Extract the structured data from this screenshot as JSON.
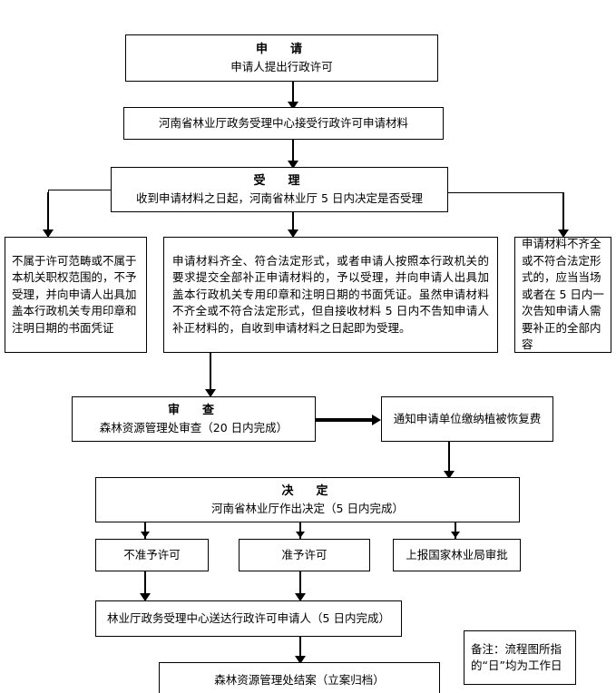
{
  "diagram": {
    "nodes": {
      "apply": {
        "title": "申　请",
        "body": "申请人提出行政许可"
      },
      "accept_center": {
        "body": "河南省林业厅政务受理中心接受行政许可申请材料"
      },
      "acceptance": {
        "title": "受　理",
        "body": "收到申请材料之日起，河南省林业厅 5 日内决定是否受理"
      },
      "branch_reject": {
        "body": "不属于许可范畴或不属于本机关职权范围的，不予受理，并向申请人出具加盖本行政机关专用印章和注明日期的书面凭证"
      },
      "branch_accept": {
        "body": "申请材料齐全、符合法定形式，或者申请人按照本行政机关的要求提交全部补正申请材料的，予以受理，并向申请人出具加盖本行政机关专用印章和注明日期的书面凭证。虽然申请材料不齐全或不符合法定形式，但自接收材料 5 日内不告知申请人补正材料的，自收到申请材料之日起即为受理。"
      },
      "branch_supplement": {
        "body": "申请材料不齐全或不符合法定形式的，应当当场或者在 5 日内一次告知申请人需要补正的全部内容"
      },
      "review": {
        "title": "审　查",
        "body": "森林资源管理处审查（20 日内完成）"
      },
      "notify_fee": {
        "body": "通知申请单位缴纳植被恢复费"
      },
      "decision": {
        "title": "决　定",
        "body": "河南省林业厅作出决定（5 日内完成）"
      },
      "not_permitted": {
        "body": "不准予许可"
      },
      "permitted": {
        "body": "准予许可"
      },
      "report_state": {
        "body": "上报国家林业局审批"
      },
      "deliver": {
        "body": "林业厅政务受理中心送达行政许可申请人（5 日内完成）"
      },
      "archive": {
        "body": "森林资源管理处结案（立案归档）"
      },
      "note": {
        "body": "备注：流程图所指的“日”均为工作日"
      }
    }
  }
}
